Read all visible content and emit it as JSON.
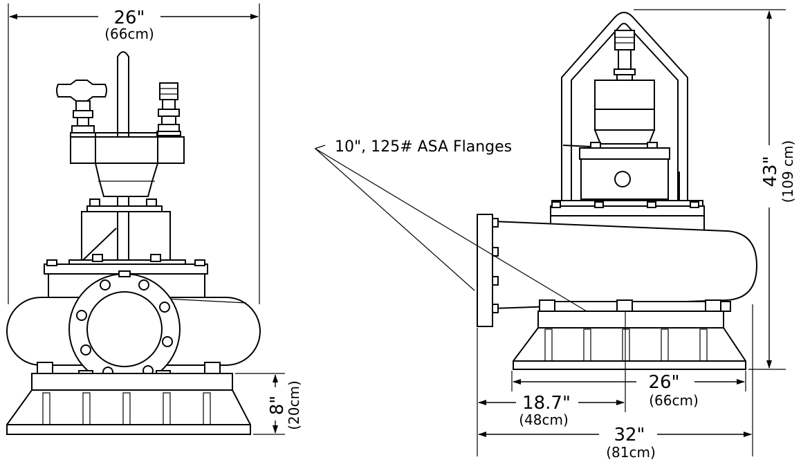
{
  "dimensions": {
    "front_width": {
      "inches": "26\"",
      "metric": "(66cm)"
    },
    "front_base_height": {
      "inches": "8\"",
      "metric": "(20cm)"
    },
    "side_height": {
      "inches": "43\"",
      "metric": "(109 cm)"
    },
    "side_base_width": {
      "inches": "26\"",
      "metric": "(66cm)"
    },
    "side_discharge_offset": {
      "inches": "18.7\"",
      "metric": "(48cm)"
    },
    "side_overall_width": {
      "inches": "32\"",
      "metric": "(81cm)"
    }
  },
  "callout": {
    "flanges": "10\", 125# ASA Flanges"
  }
}
